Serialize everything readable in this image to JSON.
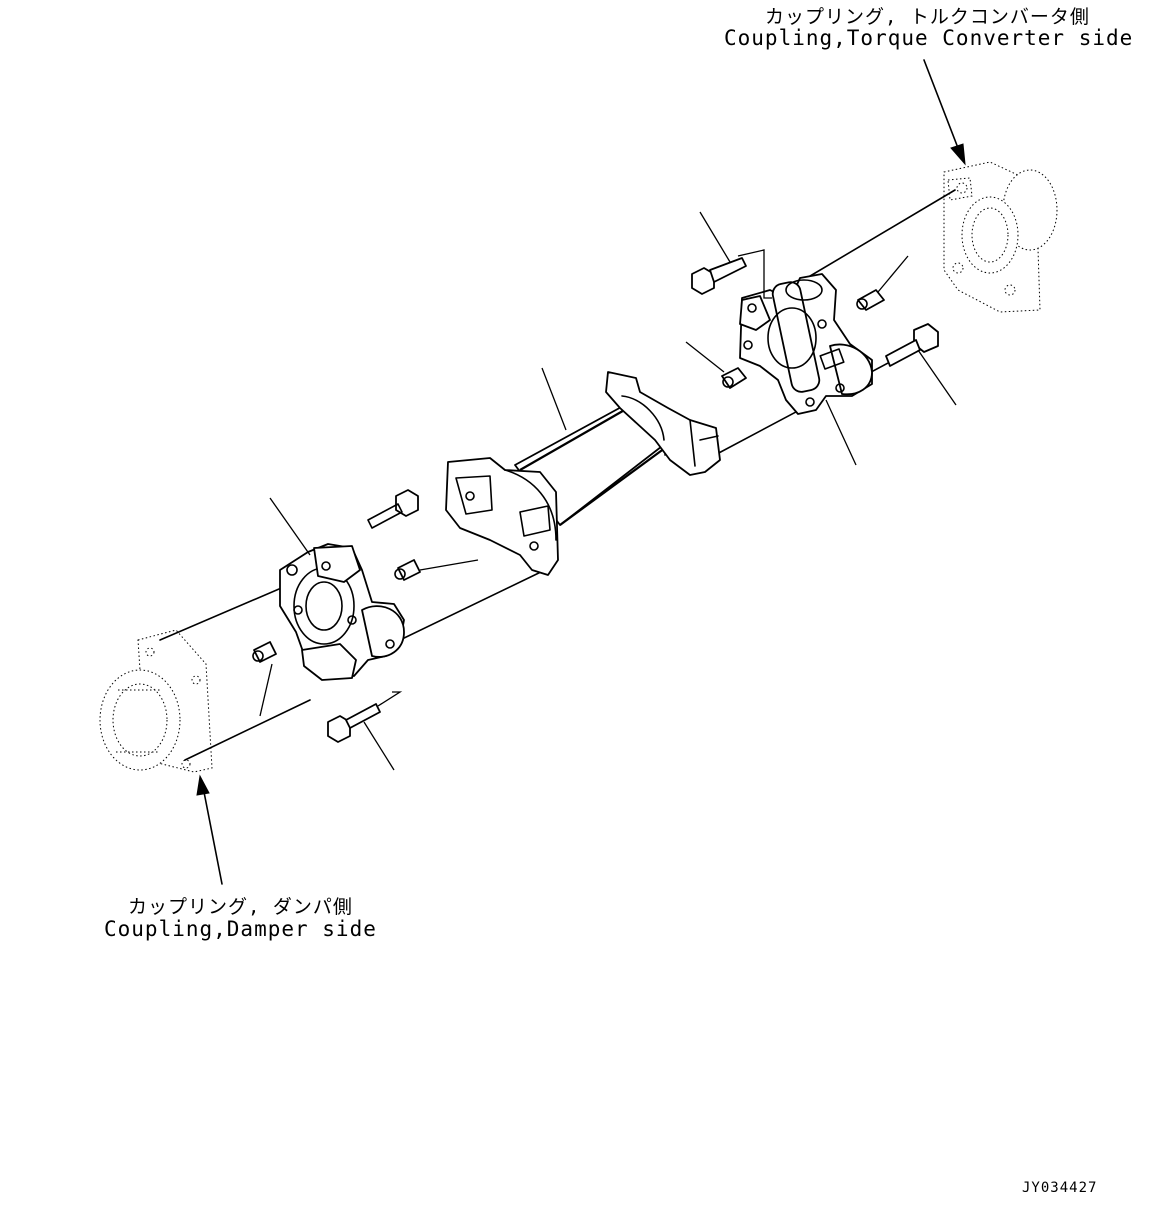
{
  "labels": {
    "torque_converter_side_jp": "カップリング, トルクコンバータ側",
    "torque_converter_side_en": "Coupling,Torque Converter side",
    "damper_side_jp": "カップリング, ダンパ側",
    "damper_side_en": "Coupling,Damper side",
    "drawing_code": "JY034427"
  },
  "colors": {
    "line": "#000000",
    "background": "#ffffff"
  }
}
